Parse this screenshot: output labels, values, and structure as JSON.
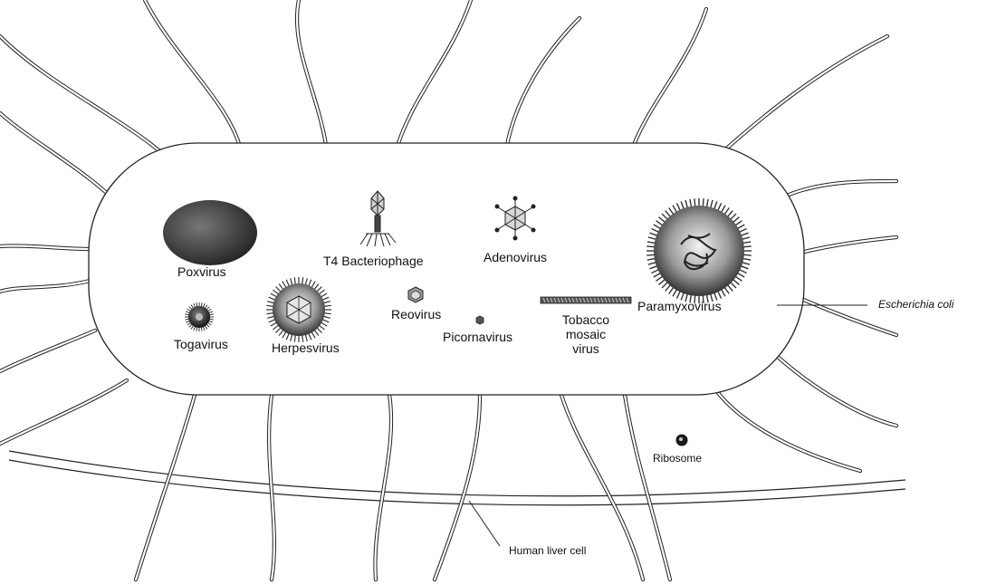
{
  "labels": {
    "poxvirus": "Poxvirus",
    "t4_bacteriophage": "T4 Bacteriophage",
    "adenovirus": "Adenovirus",
    "togavirus": "Togavirus",
    "herpesvirus": "Herpesvirus",
    "reovirus": "Reovirus",
    "picornavirus": "Picornavirus",
    "tobacco_line1": "Tobacco",
    "tobacco_line2": "mosaic",
    "tobacco_line3": "virus",
    "paramyxovirus": "Paramyxovirus",
    "escherichia_coli": "Escherichia coli",
    "ribosome": "Ribosome",
    "human_liver_cell": "Human liver cell"
  },
  "colors": {
    "ink": "#111111",
    "virus_dark": "#2a2a2a",
    "virus_mid": "#6a6a6a"
  }
}
